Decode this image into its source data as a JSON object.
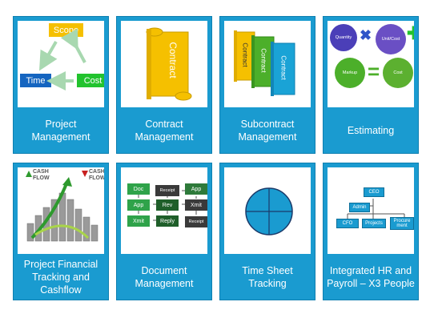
{
  "tiles": [
    {
      "label": "Project Management",
      "icon": "project-triangle-icon"
    },
    {
      "label": "Contract Management",
      "icon": "contract-scroll-icon"
    },
    {
      "label": "Subcontract Management",
      "icon": "subcontract-scrolls-icon"
    },
    {
      "label": "Estimating",
      "icon": "estimating-formula-icon"
    },
    {
      "label": "Project Financial Tracking and Cashflow",
      "icon": "cashflow-chart-icon"
    },
    {
      "label": "Document Management",
      "icon": "document-flow-icon"
    },
    {
      "label": "Time Sheet Tracking",
      "icon": "timesheet-circle-icon"
    },
    {
      "label": "Integrated HR and Payroll – X3 People",
      "icon": "org-chart-icon"
    }
  ],
  "project_icon": {
    "scope": "Scope",
    "time": "Time",
    "cost": "Cost"
  },
  "contract_icon": {
    "text": "Contract"
  },
  "subcontract_icon": {
    "texts": [
      "Contract",
      "Contract",
      "Contract"
    ]
  },
  "estimating_icon": {
    "quantity": "Quantity",
    "unit_cost": "Unit/Cost",
    "markup": "Markup",
    "cost": "Cost"
  },
  "cashflow_icon": {
    "up_line1": "CASH",
    "up_line2": "FLOW",
    "down_line1": "CASH",
    "down_line2": "FLOW"
  },
  "document_icon": {
    "boxes": [
      "Doc",
      "Receipt",
      "App",
      "App",
      "Rev",
      "Xmit",
      "Xmit",
      "Reply",
      "Receipt"
    ]
  },
  "org_icon": {
    "ceo": "CEO",
    "admin": "Admin",
    "cfo": "CFO",
    "projects": "Projects",
    "procurement": "Procure ment"
  },
  "colors": {
    "tile_blue": "#1a9bd0",
    "scroll_yellow": "#f5c000",
    "scroll_green": "#4caf2a",
    "scroll_cyan": "#1aa3d6",
    "scope_yellow": "#f5c000",
    "time_blue": "#1565c0",
    "cost_green": "#22c32e",
    "quantity_purple": "#4b3fb8",
    "unit_cost_purple": "#6a4fc4",
    "markup_green": "#4caf2a",
    "cost_circle_green": "#5cb030"
  }
}
